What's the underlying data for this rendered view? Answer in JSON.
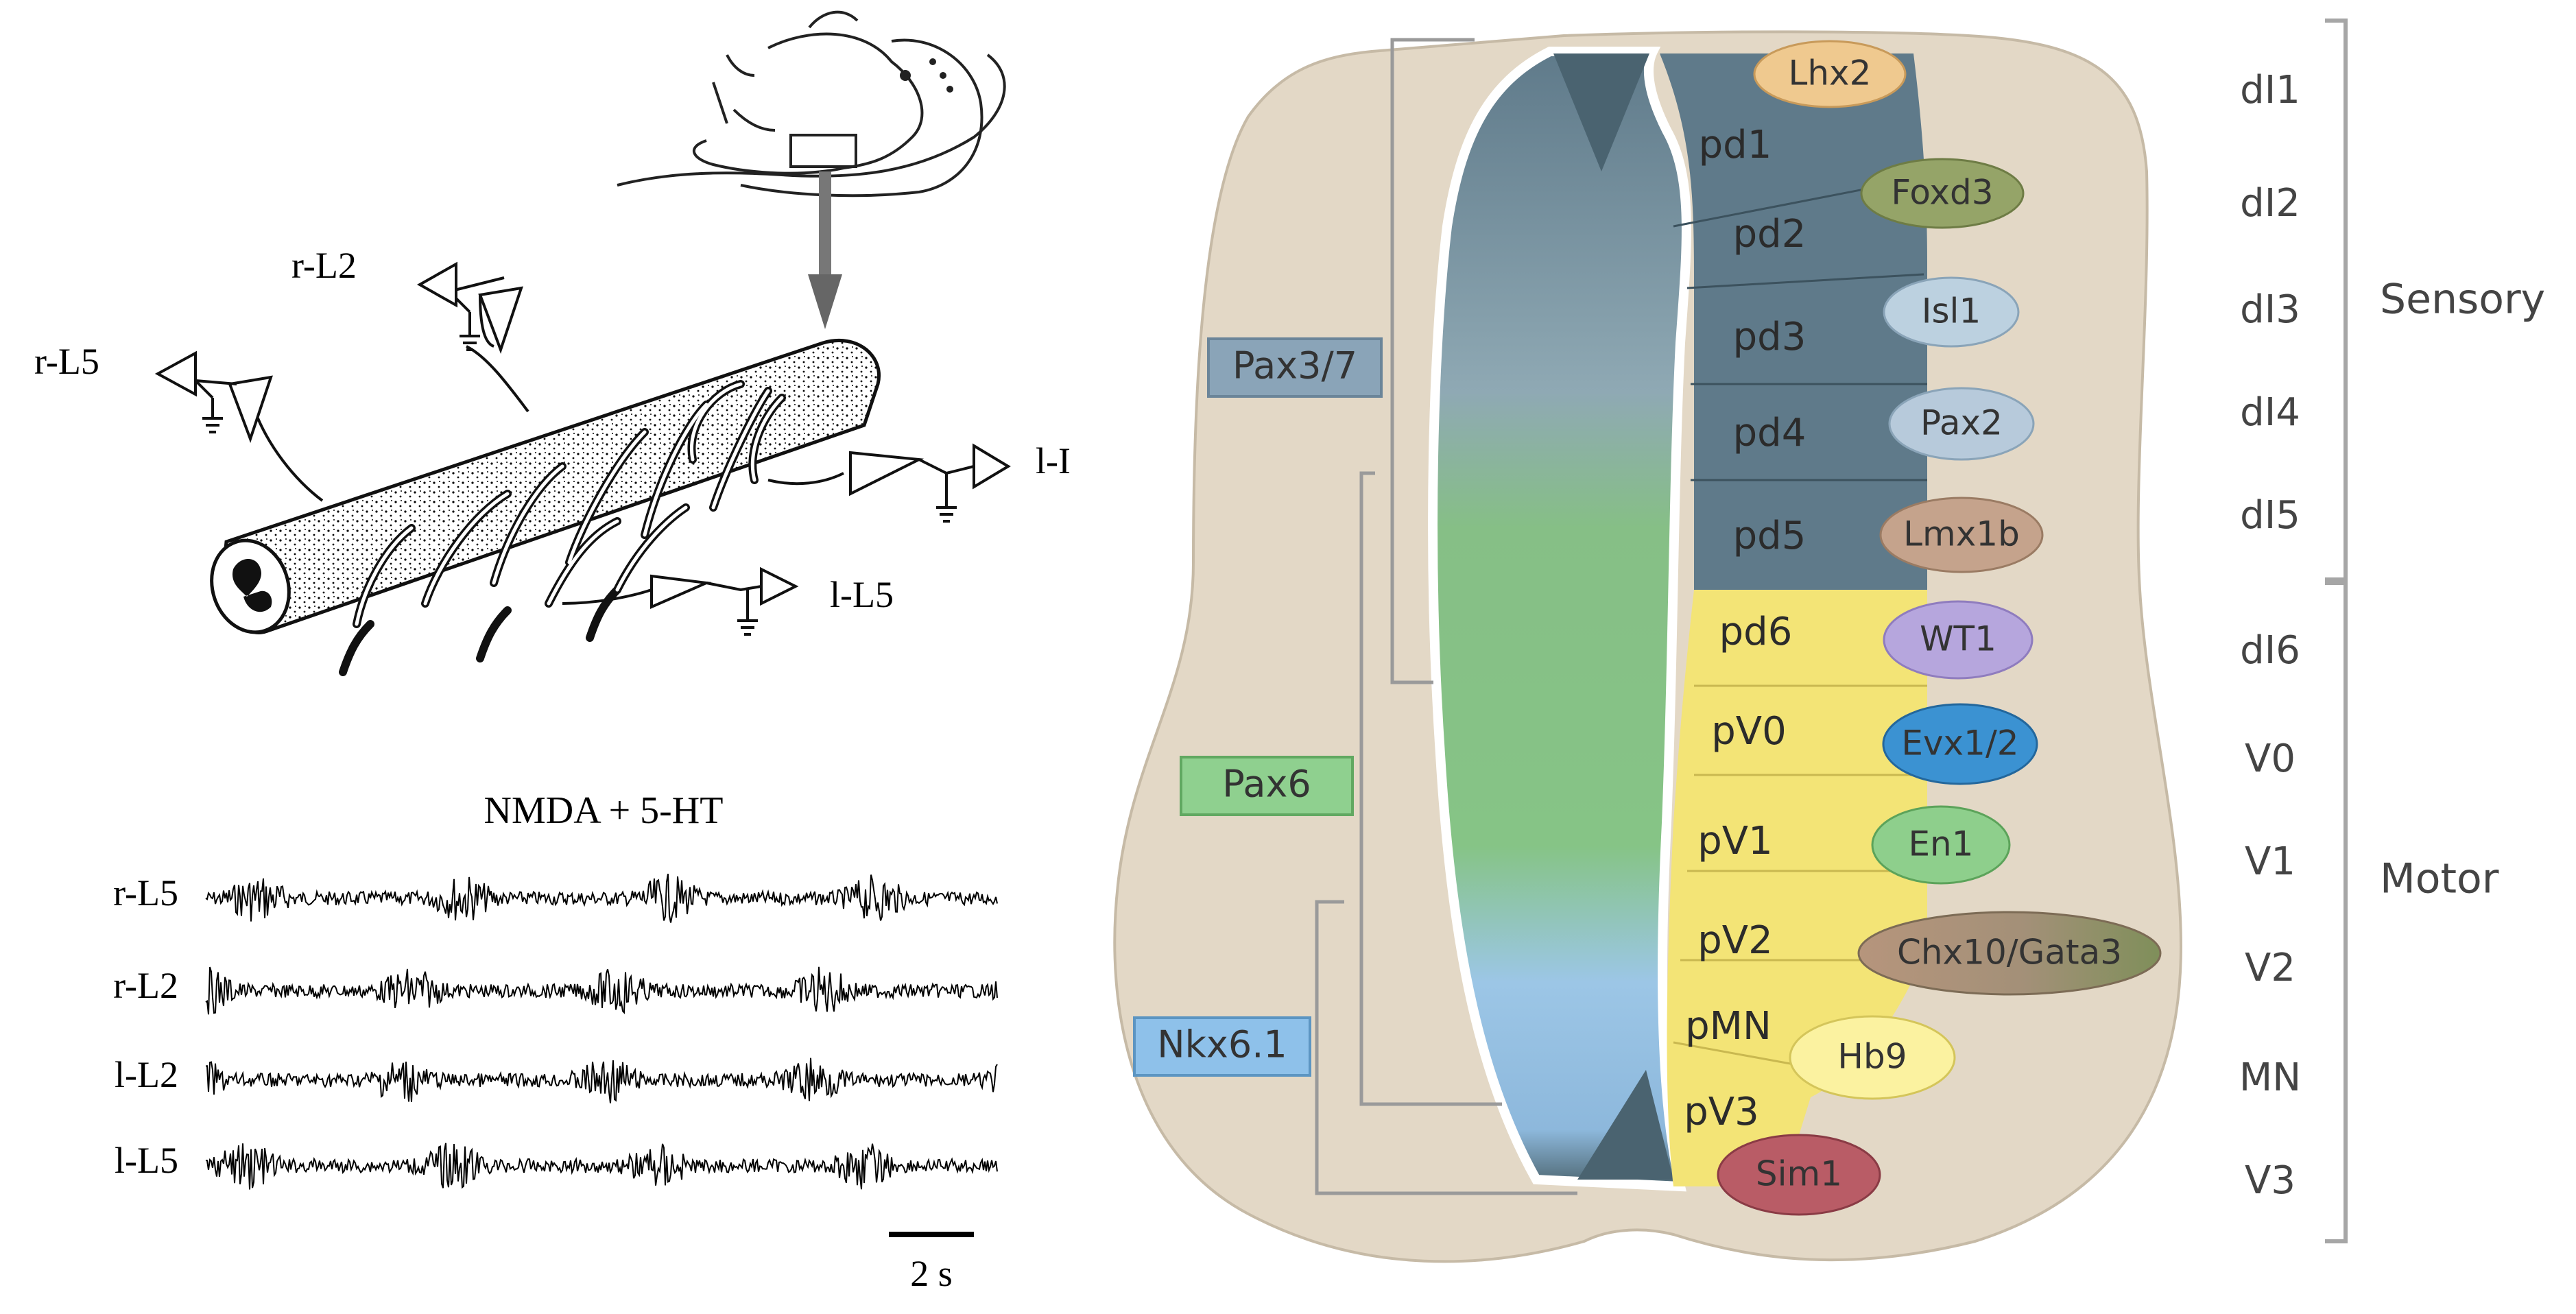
{
  "left_panel": {
    "electrodes": {
      "r_L2": "r-L2",
      "r_L5": "r-L5",
      "l_I": "l-I",
      "l_L5": "l-L5"
    },
    "recording_title": "NMDA + 5-HT",
    "trace_labels": [
      "r-L5",
      "r-L2",
      "l-L2",
      "l-L5"
    ],
    "scale_bar_label": "2 s"
  },
  "right_panel": {
    "domains": [
      "pd1",
      "pd2",
      "pd3",
      "pd4",
      "pd5",
      "pd6",
      "pV0",
      "pV1",
      "pV2",
      "pMN",
      "pV3"
    ],
    "genes": [
      "Lhx2",
      "Foxd3",
      "Isl1",
      "Pax2",
      "Lmx1b",
      "WT1",
      "Evx1/2",
      "En1",
      "Chx10/Gata3",
      "Hb9",
      "Sim1"
    ],
    "transcription_factors": [
      "Pax3/7",
      "Pax6",
      "Nkx6.1"
    ],
    "neuron_classes": [
      "dI1",
      "dI2",
      "dI3",
      "dI4",
      "dI5",
      "dI6",
      "V0",
      "V1",
      "V2",
      "MN",
      "V3"
    ],
    "groups": {
      "sensory": "Sensory",
      "motor": "Motor"
    },
    "colors": {
      "tissue": "#e3d8c6",
      "dorsal_domains": "#5f7a8a",
      "ventral_domains": "#f3e476",
      "pax3_7": "#8aa4b8",
      "pax6": "#8fd08f",
      "nkx6_1": "#8ec1ea",
      "lhx2": "#efc98f",
      "foxd3": "#95a468",
      "isl1": "#bcd1e0",
      "pax2": "#b7cadb",
      "lmx1b": "#c5a38c",
      "wt1": "#b6a6dd",
      "evx1_2": "#3b92d2",
      "en1": "#8ecf8c",
      "chx10_gata3": "#a39078",
      "hb9": "#fbf2a0",
      "sim1": "#b95c66"
    }
  }
}
